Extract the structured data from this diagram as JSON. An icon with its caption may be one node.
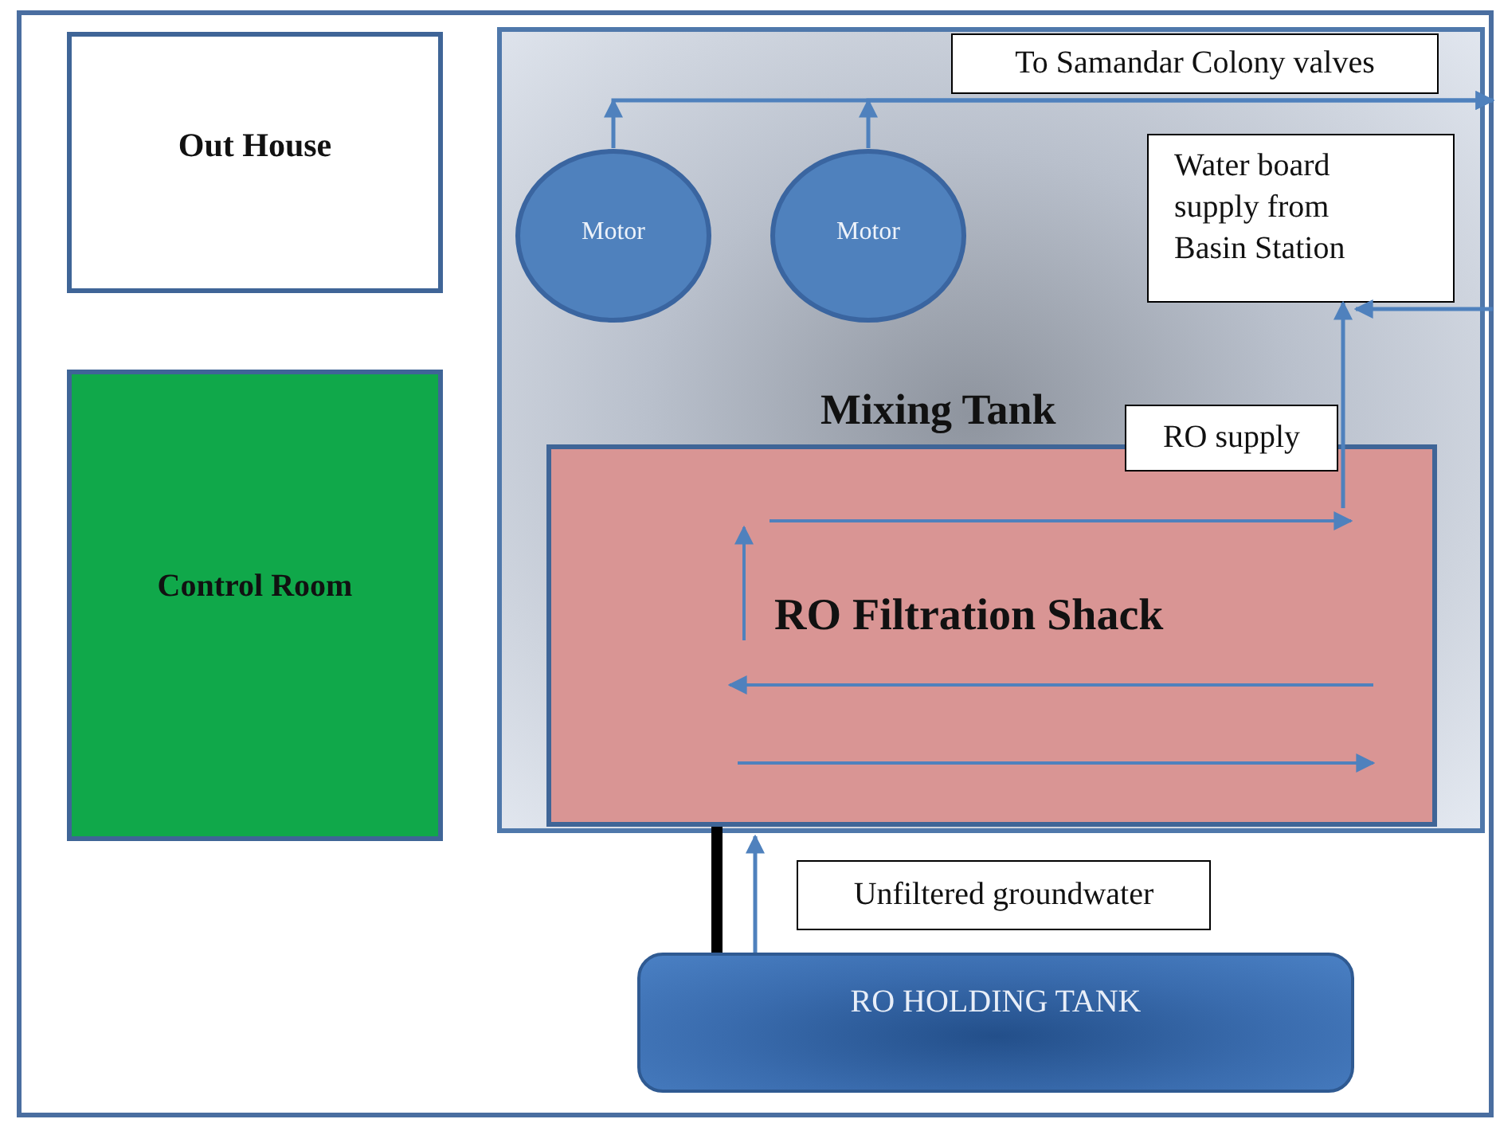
{
  "diagram": {
    "nodes": [
      {
        "text": [
          "Out House"
        ]
      },
      {
        "text": [
          "Control Room"
        ]
      },
      {
        "text": [
          "Mixing Tank"
        ]
      },
      {
        "text": [
          "Motor"
        ],
        "in": 2
      },
      {
        "text": [
          "Motor"
        ],
        "in": 2
      },
      {
        "text": [
          "To Samandar Colony valves"
        ],
        "in": 2
      },
      {
        "text": [
          "Water board supply from Basin Station"
        ],
        "in": 2
      },
      {
        "text": [
          "RO Filtration Shack"
        ],
        "in": 2
      },
      {
        "text": [
          "RO supply"
        ],
        "in": 2
      },
      {
        "text": [
          "Unfiltered groundwater"
        ]
      },
      {
        "text": [
          "RO HOLDING TANK"
        ]
      }
    ],
    "edges": [
      {
        "from": 3,
        "to": null,
        "arrow": "to"
      },
      {
        "from": 4,
        "to": null,
        "arrow": "to"
      },
      {
        "from": null,
        "to": 6,
        "arrow": "to"
      },
      {
        "from": 7,
        "to": 6,
        "arrow": "to"
      },
      {
        "from": 10,
        "to": 7,
        "arrow": "to"
      },
      {
        "from": 10,
        "to": 7,
        "arrow": "none",
        "style": "thick",
        "color": "#000000"
      }
    ]
  }
}
